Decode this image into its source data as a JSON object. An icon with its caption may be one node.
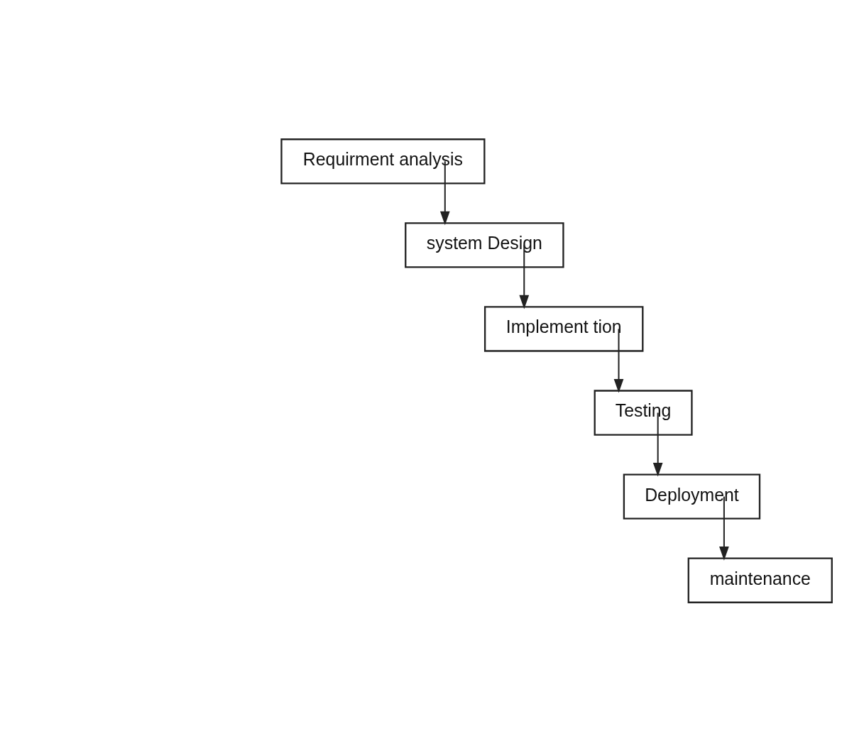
{
  "diagram": {
    "nodes": [
      {
        "text": [
          "Requirment analysis"
        ]
      },
      {
        "text": [
          "system Design"
        ]
      },
      {
        "text": [
          "Implement tion"
        ]
      },
      {
        "text": [
          "Testing"
        ]
      },
      {
        "text": [
          "Deployment"
        ]
      },
      {
        "text": [
          "maintenance"
        ]
      }
    ],
    "edges": [
      {
        "from": 0,
        "to": 1,
        "arrow": "to"
      },
      {
        "from": 1,
        "to": 2,
        "arrow": "to"
      },
      {
        "from": 2,
        "to": 3,
        "arrow": "to"
      },
      {
        "from": 3,
        "to": 4,
        "arrow": "to"
      },
      {
        "from": 4,
        "to": 5,
        "arrow": "to"
      }
    ]
  }
}
